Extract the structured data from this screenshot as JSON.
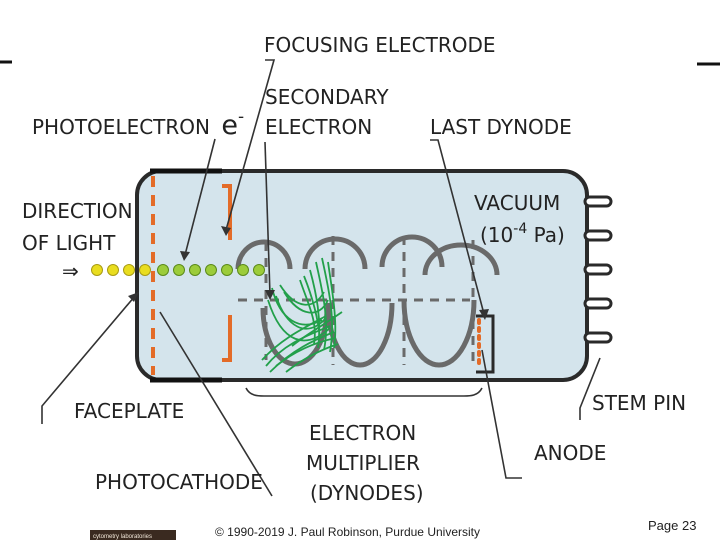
{
  "slide": {
    "footer_copyright": "© 1990-2019 J. Paul Robinson, Purdue University",
    "page_number": "Page 23",
    "logo_text": "cytometry laboratories"
  },
  "diagram": {
    "labels": {
      "focusing_electrode": "FOCUSING ELECTRODE",
      "photoelectron": "PHOTOELECTRON",
      "photoelectron_symbol": "e",
      "photoelectron_superscript": "-",
      "secondary_electron_line1": "SECONDARY",
      "secondary_electron_line2": "ELECTRON",
      "last_dynode": "LAST DYNODE",
      "direction_line1": "DIRECTION",
      "direction_line2": "OF LIGHT",
      "light_arrow": "⇒",
      "vacuum_line1": "VACUUM",
      "vacuum_line2_prefix": "(10",
      "vacuum_exponent": "-4",
      "vacuum_line2_suffix": " Pa)",
      "faceplate": "FACEPLATE",
      "photocathode": "PHOTOCATHODE",
      "electron_multiplier_line1": "ELECTRON",
      "electron_multiplier_line2": "MULTIPLIER",
      "electron_multiplier_line3": "(DYNODES)",
      "anode": "ANODE",
      "stem_pin": "STEM PIN"
    },
    "colors": {
      "tube_fill": "#d4e4ec",
      "outline": "#2a2a2a",
      "electrode_orange": "#e36b28",
      "photon_yellow": "#e9dd1f",
      "electron_green": "#22a04a",
      "dynode_gray": "#6a6a6a"
    }
  }
}
